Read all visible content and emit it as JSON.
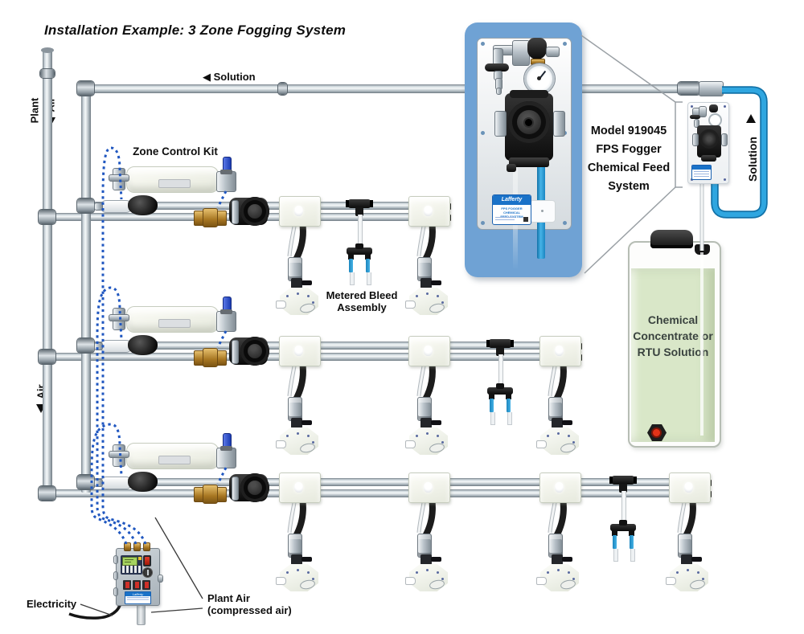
{
  "title": "Installation Example: 3 Zone Fogging System",
  "flow_labels": {
    "plant": "Plant",
    "plant_air": "Air",
    "plant_air_direction": "down",
    "solution_header": "◀ Solution",
    "air_mid": "Air",
    "air_mid_direction": "down",
    "solution_right": "Solution",
    "solution_right_direction": "up"
  },
  "component_labels": {
    "zone_control_kit": "Zone Control Kit",
    "metered_bleed": [
      "Metered Bleed",
      "Assembly"
    ],
    "model": [
      "Model 919045",
      "FPS Fogger",
      "Chemical Feed",
      "System"
    ],
    "tank": [
      "Chemical",
      "Concentrate or",
      "RTU Solution"
    ],
    "electricity": "Electricity",
    "plant_air_note": [
      "Plant Air",
      "(compressed air)"
    ]
  },
  "equipment": {
    "feed_panel": {
      "brand": "Lafferty",
      "label_lines": [
        "FPS FOGGER CHEMICAL",
        "FEED SYSTEM"
      ]
    },
    "controller": {
      "brand": "Lafferty"
    }
  },
  "system": {
    "zones": 3,
    "foggers_per_zone": [
      2,
      3,
      4
    ],
    "metered_bleed_assemblies_per_zone": 1
  },
  "colors": {
    "panel_blue": "#6FA2D4",
    "label_blue": "#1A72C8",
    "dotted_air_line": "#2057C0",
    "solution_tube": "#2FA6E0",
    "tank_green": "#D9E7C8",
    "brass": "#B98A3C",
    "lcd_green": "#A5D35F"
  }
}
